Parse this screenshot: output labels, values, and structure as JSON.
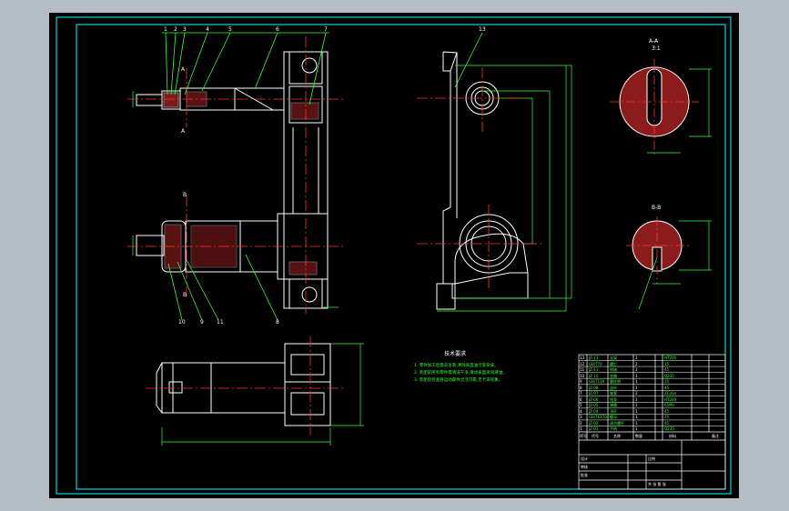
{
  "colors": {
    "viewport_bg": "#b4bdc6",
    "sheet_bg": "#000000",
    "border": "#00ffff",
    "part_outline": "#ffffff",
    "centerline": "#ff3333",
    "dimension": "#33ff33",
    "leader": "#33ff33",
    "hatch": "#ff3333",
    "title_block": "#ffffff",
    "notes": "#33ff33"
  },
  "drawing": {
    "section_aa_title": "A-A",
    "section_aa_scale": "3:1",
    "section_bb_title": "B-B",
    "section_a_marker_top": "A",
    "section_a_marker_bottom": "A",
    "section_b_marker_top": "B",
    "section_b_marker_bottom": "B",
    "balloons_top": [
      "1",
      "2",
      "3",
      "4",
      "5",
      "6",
      "7"
    ],
    "balloon_front": "13",
    "balloons_bottom": [
      "10",
      "9",
      "11",
      "8"
    ],
    "tech_requirements_title": "技术要求",
    "tech_requirements": [
      "1. 零件加工后需去毛刺,清除表面油污等杂质。",
      "2. 装配前所有零件需清洗干净,滑动表面涂润滑油。",
      "3. 装配后检查各运动部件灵活可靠,无卡滞现象。"
    ]
  },
  "title_block": {
    "parts_rows": [
      {
        "no": "13",
        "code": "JZ-13",
        "name": "支架",
        "qty": "1",
        "material": "HT200"
      },
      {
        "no": "12",
        "code": "GB/T70",
        "name": "螺钉",
        "qty": "2",
        "material": "35"
      },
      {
        "no": "11",
        "code": "JZ-11",
        "name": "销轴",
        "qty": "1",
        "material": "45"
      },
      {
        "no": "10",
        "code": "JZ-10",
        "name": "垫圈",
        "qty": "1",
        "material": "Q235"
      },
      {
        "no": "9",
        "code": "GB/T119",
        "name": "圆柱销",
        "qty": "1",
        "material": "35"
      },
      {
        "no": "8",
        "code": "JZ-08",
        "name": "连杆",
        "qty": "1",
        "material": "45"
      },
      {
        "no": "7",
        "code": "JZ-07",
        "name": "轴套",
        "qty": "2",
        "material": "ZCuSn"
      },
      {
        "no": "6",
        "code": "JZ-06",
        "name": "钳身",
        "qty": "1",
        "material": "HT200"
      },
      {
        "no": "5",
        "code": "JZ-05",
        "name": "弹簧",
        "qty": "1",
        "material": "65Mn"
      },
      {
        "no": "4",
        "code": "JZ-04",
        "name": "顶杆",
        "qty": "1",
        "material": "45"
      },
      {
        "no": "3",
        "code": "GB/T6170",
        "name": "螺母",
        "qty": "1",
        "material": "35"
      },
      {
        "no": "2",
        "code": "JZ-02",
        "name": "调节螺杆",
        "qty": "1",
        "material": "45"
      },
      {
        "no": "1",
        "code": "JZ-01",
        "name": "手柄",
        "qty": "1",
        "material": "Q235"
      }
    ],
    "header": {
      "no": "序号",
      "code": "代号",
      "name": "名称",
      "qty": "数量",
      "material": "材料",
      "note": "备注"
    },
    "design_label": "设计",
    "check_label": "审核",
    "approve_label": "批准",
    "scale_label": "比例",
    "sheet_label": "共 张 第 张"
  }
}
